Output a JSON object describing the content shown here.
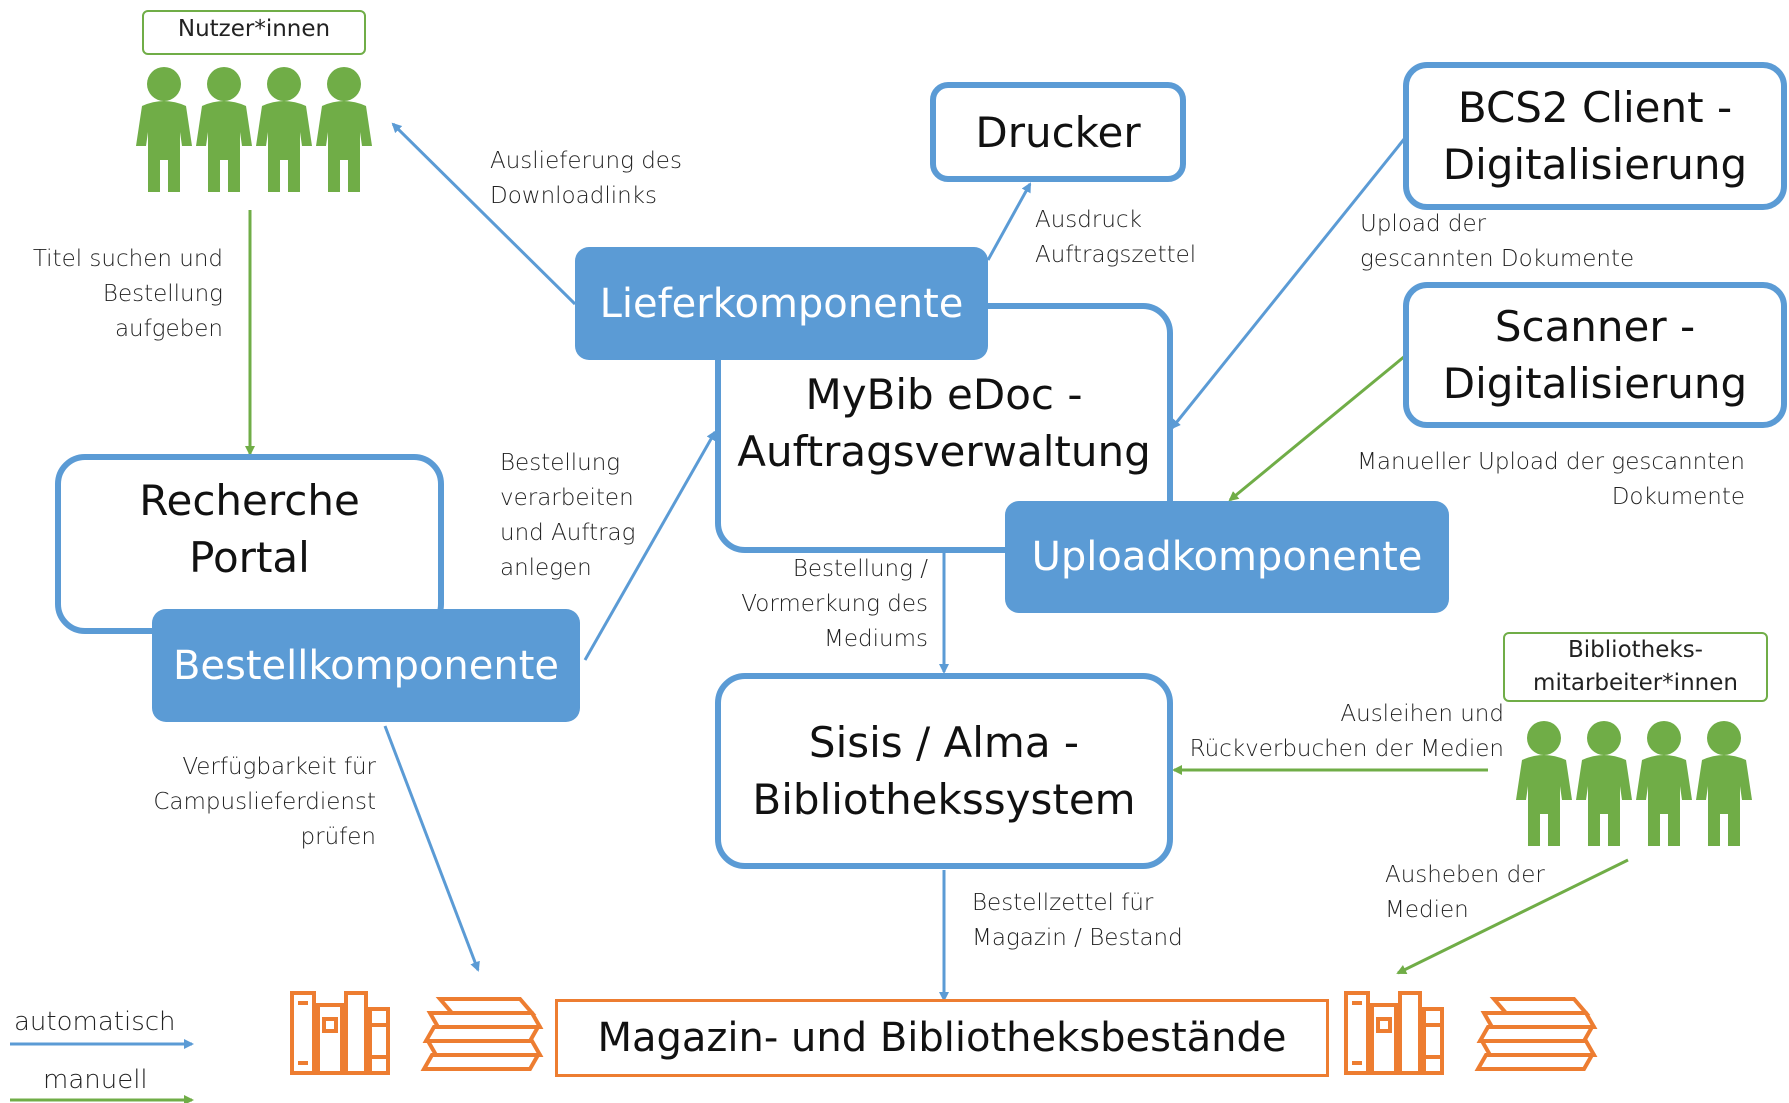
{
  "title": "",
  "nodes": {
    "nutzer_tag": "Nutzer*innen",
    "drucker": "Drucker",
    "bcs2": "BCS2 Client -\nDigitalisierung",
    "scanner": "Scanner -\nDigitalisierung",
    "lieferkomponente": "Lieferkomponente",
    "mybib": "MyBib eDoc -\nAuftragsverwaltung",
    "uploadkomponente": "Uploadkomponente",
    "recherche": "Recherche\nPortal",
    "bestellkomponente": "Bestellkomponente",
    "sisis": "Sisis / Alma -\nBibliothekssystem",
    "bib_tag": "Bibliotheks-\nmitarbeiter*innen",
    "magazin": "Magazin- und Bibliotheksbestände"
  },
  "edge_labels": {
    "auslieferung": "Auslieferung des\nDownloadlinks",
    "ausdruck": "Ausdruck\nAuftragszettel",
    "upload_gescannt": "Upload der\ngescannten Dokumente",
    "titel_suchen": "Titel suchen und\nBestellung\naufgeben",
    "manueller_upload": "Manueller Upload der gescannten\nDokumente",
    "bestellung_verarbeiten": "Bestellung\nverarbeiten\nund Auftrag\nanlegen",
    "bestellung_vormerkung": "Bestellung /\nVormerkung des\nMediums",
    "ausleihen": "Ausleihen und\nRückverbuchen der Medien",
    "verfuegbarkeit": "Verfügbarkeit für\nCampuslieferdienst\nprüfen",
    "bestellzettel": "Bestellzettel für\nMagazin / Bestand",
    "ausheben": "Ausheben der\nMedien"
  },
  "legend": {
    "automatisch": "automatisch",
    "manuell": "manuell"
  },
  "colors": {
    "blue": "#5b9bd5",
    "green": "#70ad47",
    "orange": "#ed7d31"
  },
  "icons": [
    "people-icon",
    "shelf-icon",
    "books-stack-icon"
  ]
}
